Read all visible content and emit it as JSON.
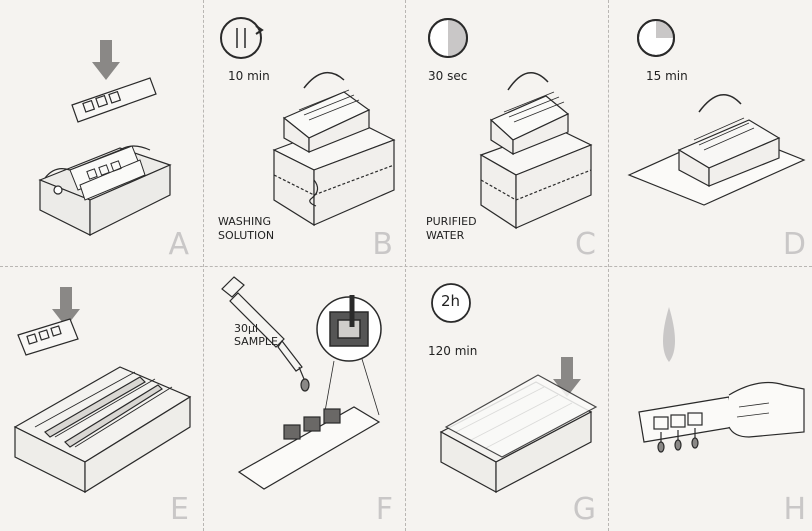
{
  "panels": {
    "a": {
      "letter": "A"
    },
    "b": {
      "letter": "B",
      "time": "10 min",
      "solution_line1": "WASHING",
      "solution_line2": "SOLUTION"
    },
    "c": {
      "letter": "C",
      "time": "30 sec",
      "solution_line1": "PURIFIED",
      "solution_line2": "WATER"
    },
    "d": {
      "letter": "D",
      "time": "15 min"
    },
    "e": {
      "letter": "E"
    },
    "f": {
      "letter": "F",
      "volume": "30µl",
      "sample": "SAMPLE"
    },
    "g": {
      "letter": "G",
      "clock": "2h",
      "time": "120 min"
    },
    "h": {
      "letter": "H"
    }
  },
  "colors": {
    "line": "#2a2a2a",
    "letter": "#c9c7c7",
    "background": "#f5f3f0",
    "arrow": "#8a8886"
  }
}
